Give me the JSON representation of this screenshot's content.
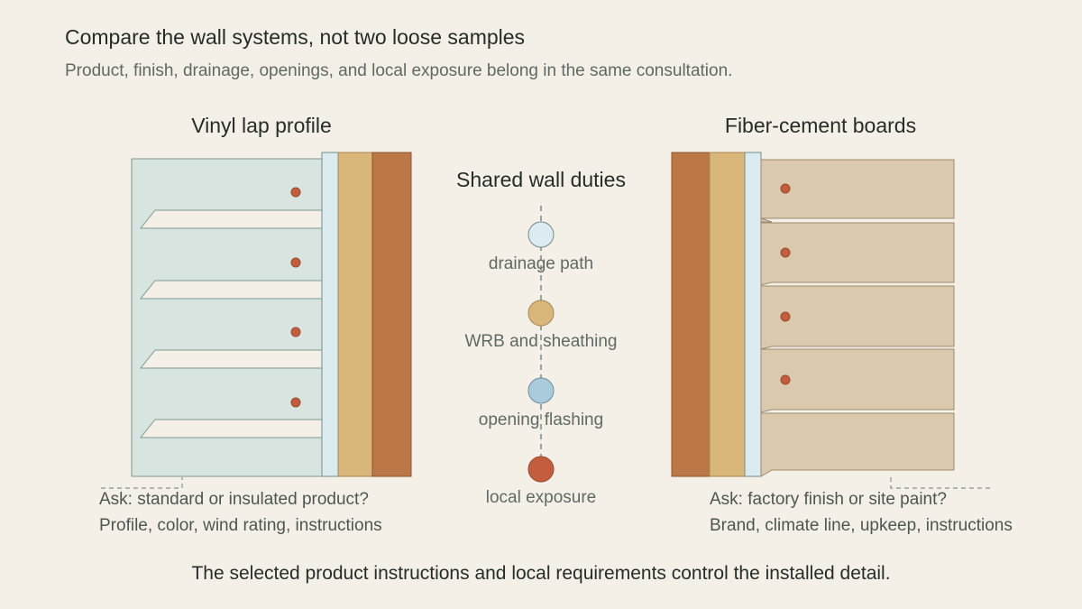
{
  "title": "Compare the wall systems, not two loose samples",
  "subtitle": "Product, finish, drainage, openings, and local exposure belong in the same consultation.",
  "left": {
    "heading": "Vinyl lap profile",
    "question": "Ask: standard or insulated product?",
    "details": "Profile, color, wind rating, instructions"
  },
  "center": {
    "heading": "Shared wall duties",
    "duties": [
      {
        "label": "drainage path",
        "color": "#dcebf0"
      },
      {
        "label": "WRB and sheathing",
        "color": "#d9b67a"
      },
      {
        "label": "opening flashing",
        "color": "#a9cbdc"
      },
      {
        "label": "local exposure",
        "color": "#c25e3e"
      }
    ]
  },
  "right": {
    "heading": "Fiber-cement boards",
    "question": "Ask: factory finish or site paint?",
    "details": "Brand, climate line, upkeep, instructions"
  },
  "footer": "The selected product instructions and local requirements control the installed detail.",
  "colors": {
    "background": "#f4efe7",
    "vinyl": "#d8e4df",
    "vinyl_edge": "#7d9a8f",
    "fiber_cement": "#dbc9ad",
    "fiber_edge": "#9c8a6f",
    "drainage_gap": "#dcebf0",
    "sheathing": "#d9b67a",
    "framing": "#bb7846",
    "fastener": "#c25e3e"
  }
}
